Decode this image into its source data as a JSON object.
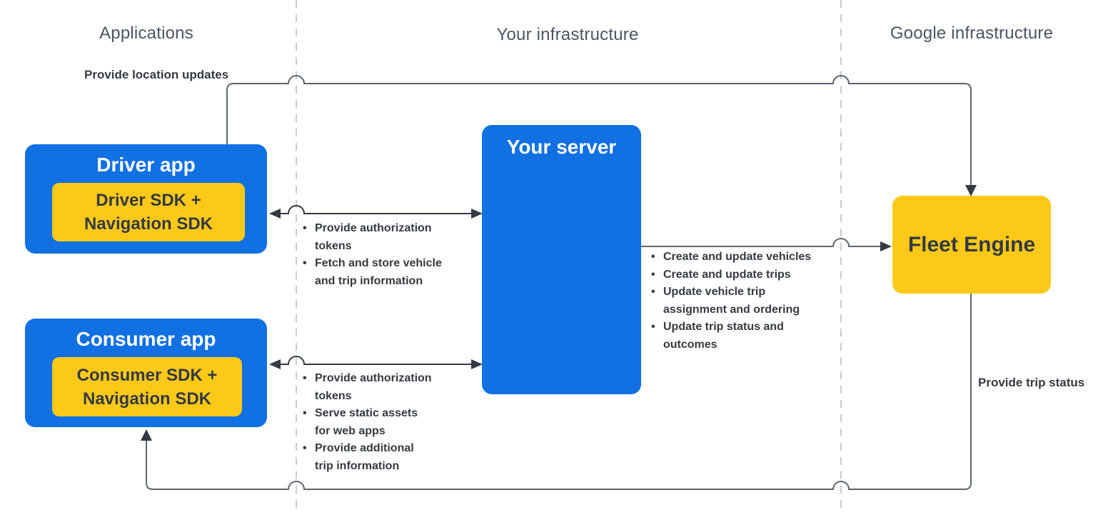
{
  "palette": {
    "blue": "#1170e2",
    "yellow": "#fcc918",
    "line": "#5d656f",
    "arrowhead": "#333a44",
    "lane_divider": "#c6ccd4",
    "header_text": "#4b5563",
    "dark_text": "#343a42",
    "box_text_light": "#ffffff"
  },
  "lanes": {
    "applications": "Applications",
    "your_infrastructure": "Your infrastructure",
    "google_infrastructure": "Google infrastructure"
  },
  "nodes": {
    "driver_app": {
      "title": "Driver app",
      "sdk_line1": "Driver SDK +",
      "sdk_line2": "Navigation SDK"
    },
    "consumer_app": {
      "title": "Consumer app",
      "sdk_line1": "Consumer SDK +",
      "sdk_line2": "Navigation SDK"
    },
    "your_server": {
      "title": "Your server"
    },
    "fleet_engine": {
      "title": "Fleet Engine"
    }
  },
  "edge_labels": {
    "provide_location_updates": "Provide location updates",
    "provide_trip_status": "Provide trip status"
  },
  "bullet_lists": {
    "driver_server": {
      "items": [
        [
          "Provide authorization",
          "tokens"
        ],
        [
          "Fetch and store vehicle",
          "and trip information"
        ]
      ]
    },
    "consumer_server": {
      "items": [
        [
          "Provide authorization",
          "tokens"
        ],
        [
          "Serve static assets",
          "for web apps"
        ],
        [
          "Provide additional",
          "trip information"
        ]
      ]
    },
    "server_fleet": {
      "items": [
        [
          "Create and update vehicles"
        ],
        [
          "Create and update trips"
        ],
        [
          "Update vehicle trip",
          "assignment and ordering"
        ],
        [
          "Update trip status and",
          "outcomes"
        ]
      ]
    }
  }
}
